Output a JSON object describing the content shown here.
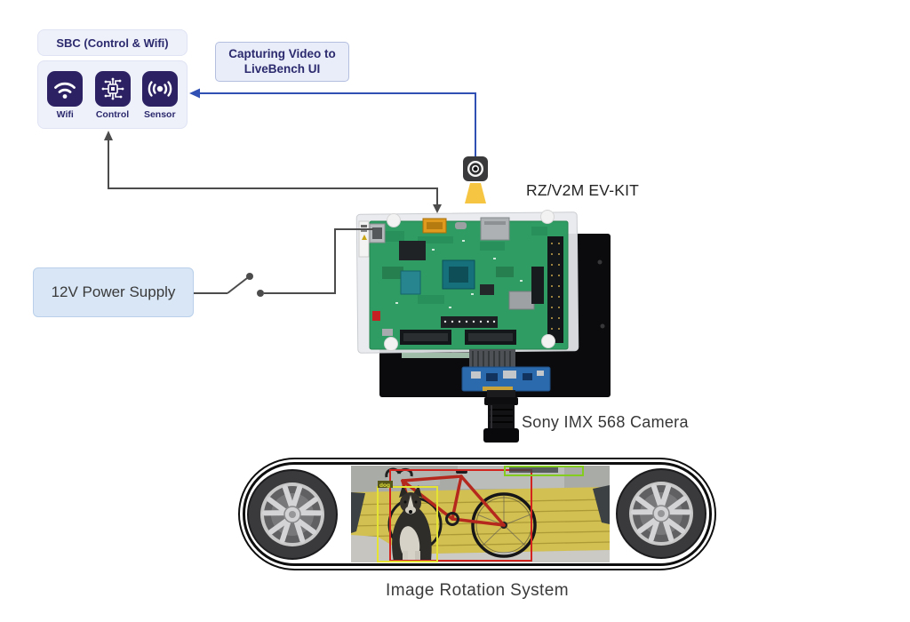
{
  "colors": {
    "blue_line": "#3150b4",
    "gray_line": "#4c4c4c",
    "indigo_tile": "#2c2263",
    "navy_text": "#2c2a6e",
    "panel_bg": "#eef0fa",
    "capture_box_bg": "#e9edf9",
    "power_box_bg": "#d8e6f6",
    "beam_yellow": "#f5c339",
    "detection_dog_box": "#e6e432",
    "detection_bicycle_box": "#d2231f",
    "detection_truck_box": "#84cc1e"
  },
  "sbc": {
    "title": "SBC (Control & Wifi)",
    "modules": [
      {
        "label": "Wifi",
        "icon": "wifi-icon"
      },
      {
        "label": "Control",
        "icon": "circuit-chip-icon"
      },
      {
        "label": "Sensor",
        "icon": "sensor-waves-icon"
      }
    ]
  },
  "annotations": {
    "capture_note": "Capturing Video to LiveBench UI",
    "power_supply": "12V Power Supply",
    "board_label": "RZ/V2M EV-KIT",
    "camera_label": "Sony IMX 568 Camera",
    "rotation_label": "Image Rotation System"
  },
  "detections": {
    "dog_label": "dog"
  }
}
